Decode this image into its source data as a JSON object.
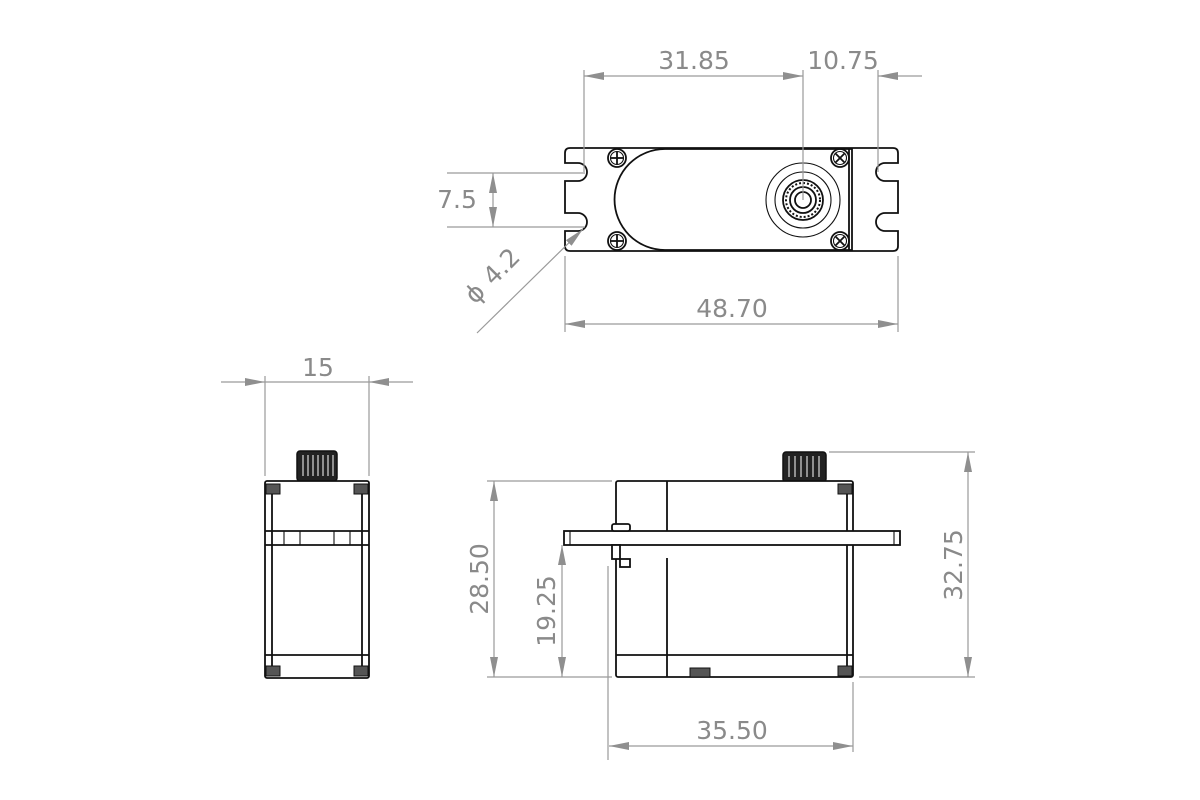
{
  "drawing": {
    "subject": "servo outline dimensions",
    "units": "mm",
    "colors": {
      "object_lines": "#111111",
      "dimension_lines": "#9a9a9a",
      "dimension_text": "#8a8a8a",
      "background": "#ffffff"
    }
  },
  "top_view": {
    "dimensions": {
      "mount_to_output": "31.85",
      "output_to_mount": "10.75",
      "slot_pitch": "7.5",
      "hole_diameter": "4.2",
      "hole_diameter_symbol": "ϕ",
      "overall_length": "48.70"
    }
  },
  "side_view": {
    "dimensions": {
      "width": "15"
    }
  },
  "front_view": {
    "dimensions": {
      "body_height": "28.50",
      "flange_height": "19.25",
      "total_height": "32.75",
      "body_length": "35.50"
    }
  }
}
